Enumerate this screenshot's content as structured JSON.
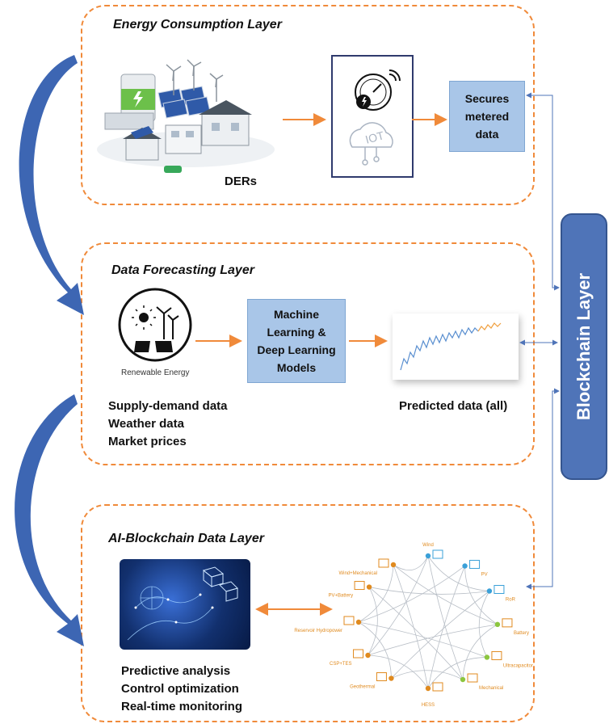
{
  "layers": {
    "consumption": {
      "title": "Energy Consumption Layer",
      "ders_label": "DERs",
      "secures_box": "Secures metered data"
    },
    "forecasting": {
      "title": "Data Forecasting Layer",
      "renewable_caption": "Renewable Energy",
      "ml_box": "Machine Learning & Deep Learning Models",
      "inputs": [
        "Supply-demand data",
        "Weather data",
        "Market prices"
      ],
      "predicted_label": "Predicted data (all)"
    },
    "ai_blockchain": {
      "title": "AI-Blockchain Data Layer",
      "outputs": [
        "Predictive analysis",
        "Control optimization",
        "Real-time monitoring"
      ],
      "energy_nodes": [
        "Wind",
        "PV",
        "RoR",
        "Battery",
        "Ultracapacitor",
        "Mechanical",
        "HESS",
        "Geothermal",
        "CSP+TES",
        "Reservoir Hydropower",
        "PV+Battery",
        "Wind+Mechanical"
      ]
    }
  },
  "blockchain_label": "Blockchain Layer",
  "colors": {
    "dashed_border": "#f08a3a",
    "blockchain_fill": "#4f74b8",
    "box_fill": "#a9c6e8",
    "big_arrow": "#3d66b3",
    "orange_arrow": "#f08a3a",
    "connector": "#4f74b8"
  }
}
